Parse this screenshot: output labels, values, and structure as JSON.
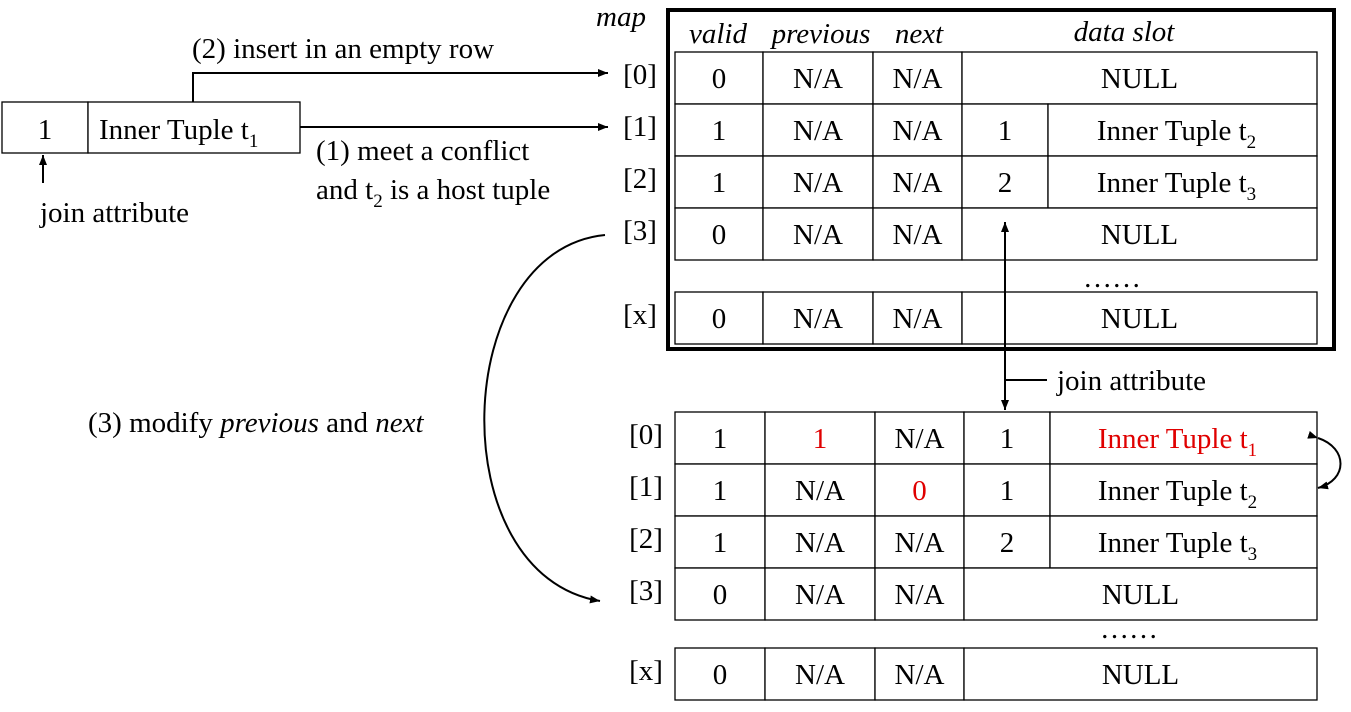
{
  "incoming": {
    "join_value": "1",
    "tuple_label": "Inner Tuple t",
    "tuple_sub": "1",
    "join_attr_label": "join attribute"
  },
  "steps": {
    "step2": "(2) insert in an empty row",
    "step1_line1": "(1) meet a conflict",
    "step1_line2_a": "and t",
    "step1_line2_sub": "2",
    "step1_line2_b": " is a host tuple",
    "step3_a": "(3) modify ",
    "step3_previous": "previous",
    "step3_and": " and ",
    "step3_next": "next"
  },
  "map_label": "map",
  "headers": [
    "valid",
    "previous",
    "next",
    "data slot"
  ],
  "ellipsis": "……",
  "join_attr_callout": "join attribute",
  "top_table": [
    {
      "idx": "[0]",
      "valid": "0",
      "previous": "N/A",
      "next": "N/A",
      "null": "NULL"
    },
    {
      "idx": "[1]",
      "valid": "1",
      "previous": "N/A",
      "next": "N/A",
      "join": "1",
      "tuple": "Inner Tuple t",
      "sub": "2"
    },
    {
      "idx": "[2]",
      "valid": "1",
      "previous": "N/A",
      "next": "N/A",
      "join": "2",
      "tuple": "Inner Tuple t",
      "sub": "3"
    },
    {
      "idx": "[3]",
      "valid": "0",
      "previous": "N/A",
      "next": "N/A",
      "null": "NULL"
    },
    {
      "idx": "[x]",
      "valid": "0",
      "previous": "N/A",
      "next": "N/A",
      "null": "NULL"
    }
  ],
  "bottom_table": [
    {
      "idx": "[0]",
      "valid": "1",
      "previous": "1",
      "next": "N/A",
      "join": "1",
      "tuple": "Inner Tuple t",
      "sub": "1",
      "red_previous": true,
      "red_tuple": true
    },
    {
      "idx": "[1]",
      "valid": "1",
      "previous": "N/A",
      "next": "0",
      "join": "1",
      "tuple": "Inner Tuple t",
      "sub": "2",
      "red_next": true
    },
    {
      "idx": "[2]",
      "valid": "1",
      "previous": "N/A",
      "next": "N/A",
      "join": "2",
      "tuple": "Inner Tuple t",
      "sub": "3"
    },
    {
      "idx": "[3]",
      "valid": "0",
      "previous": "N/A",
      "next": "N/A",
      "null": "NULL"
    },
    {
      "idx": "[x]",
      "valid": "0",
      "previous": "N/A",
      "next": "N/A",
      "null": "NULL"
    }
  ],
  "colors": {
    "highlight": "#e00000",
    "line": "#000000"
  }
}
